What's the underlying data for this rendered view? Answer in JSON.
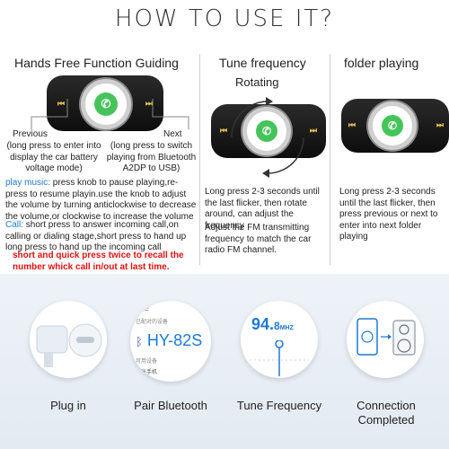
{
  "title": "HOW TO USE IT?",
  "headers": {
    "hands_free": "Hands Free Function Guiding",
    "tune": "Tune frequency",
    "folder": "folder playing"
  },
  "hands_free": {
    "previous_label": "Previous",
    "previous_desc": "(long press to enter into display the car battery voltage mode)",
    "next_label": "Next",
    "next_desc": "(long press to switch playing from Bluetooth A2DP to USB)",
    "play_music_label": "play music:",
    "play_music_text": "press knob to pause playing,re-press to resume playin.use the knob to adjust the volume by turning anticlockwise to decrease the volume,or clockwise to increase the volume",
    "call_label": "Call:",
    "call_text": "short press to answer incoming call,on calling or dialing stage,short press to hand up long press to hand up the incoming call",
    "recall_text": "short and quick press twice to recall the number whick call in/out at last time."
  },
  "tune": {
    "rotating": "Rotating",
    "desc1": "Long press 2-3 seconds until the last flicker, then rotate around, can adjust the frequency",
    "desc2": "Adjust the FM transmitting frequency to match the car radio FM channel."
  },
  "folder": {
    "desc": "Long press 2-3 seconds until the last flicker, then press previous or next to enter into next folder playing"
  },
  "steps": [
    {
      "label": "Plug in"
    },
    {
      "label": "Pair Bluetooth",
      "device_name": "HY-82S",
      "phone_line1": "UNE",
      "phone_line2": "已配对的设备",
      "phone_line3": "可用设备",
      "phone_line4": "红米手机"
    },
    {
      "label": "Tune Frequency",
      "freq_main": "94.",
      "freq_small": "8",
      "freq_unit": "MHZ"
    },
    {
      "label": "Connection Completed"
    }
  ],
  "colors": {
    "blue": "#1e78d6",
    "red": "#e01010",
    "green": "#45c45a"
  }
}
